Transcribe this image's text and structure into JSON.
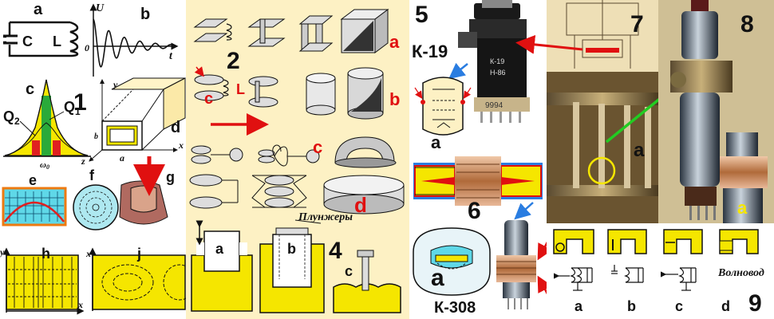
{
  "colors": {
    "panel_bg": "#fdf1c4",
    "yellow": "#f5e600",
    "label_red": "#e01010",
    "arrow_blue": "#2a7de1",
    "arrow_green": "#22cc22",
    "field_cyan": "#5fd8e8",
    "curve_red": "#e02020"
  },
  "panel1": {
    "num": "1",
    "a": "a",
    "b": "b",
    "c": "c",
    "d": "d",
    "e": "e",
    "f": "f",
    "g": "g",
    "h": "h",
    "j": "j",
    "cap": "C",
    "ind": "L",
    "u_axis": "U",
    "t_axis": "t",
    "zero": "0",
    "q2": "Q",
    "q2_sub": "2",
    "q1": "Q",
    "q1_sub": "1",
    "omega": "ω",
    "omega_sub": "0",
    "ax_y": "y",
    "ax_x": "x",
    "ax_z": "z",
    "dim_a": "a",
    "dim_b": "b",
    "h_y": "y",
    "h_x": "x",
    "j_x": "x"
  },
  "panel2": {
    "num": "2",
    "a": "a",
    "b": "b",
    "c": "c",
    "d": "d",
    "c_left": "c",
    "L": "L"
  },
  "panel4": {
    "num": "4",
    "a": "a",
    "b": "b",
    "c": "c",
    "plungers": "Плунжеры"
  },
  "panel5": {
    "num": "5",
    "tube": "К-19",
    "a": "a",
    "m1": "К-19",
    "m2": "Н-86",
    "base": "9994"
  },
  "panel6": {
    "num": "6",
    "a": "a",
    "tube": "К-308"
  },
  "panel7": {
    "num": "7",
    "a": "a"
  },
  "panel8": {
    "num": "8",
    "a": "a"
  },
  "panel9": {
    "num": "9",
    "a": "a",
    "b": "b",
    "c": "c",
    "d": "d",
    "waveguide": "Волновод"
  }
}
